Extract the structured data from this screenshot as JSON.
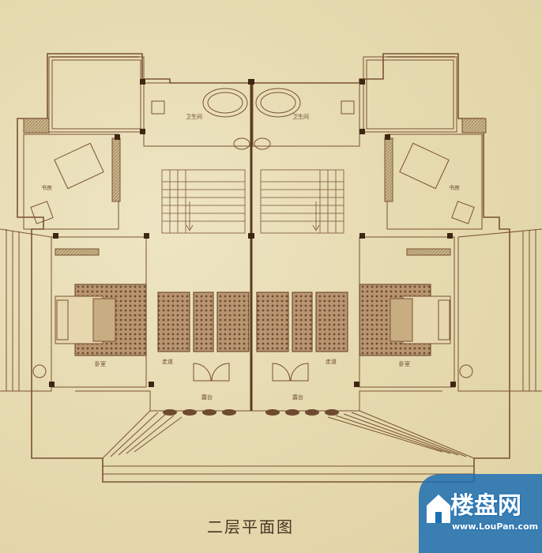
{
  "plan": {
    "title": "二层平面图",
    "ink_color": "#7a5233",
    "room_labels": {
      "bath_left": "卫生间",
      "bath_right": "卫生间",
      "study_left": "书房",
      "study_right": "书房",
      "bed_left": "卧室",
      "bed_right": "卧室",
      "balcony_left": "露台",
      "balcony_right": "露台",
      "corridor_left": "走道",
      "corridor_right": "走道"
    }
  },
  "watermark": {
    "logo_text": "楼盘网",
    "url": "www.LouPan.com",
    "color": "#1c6fb4"
  }
}
